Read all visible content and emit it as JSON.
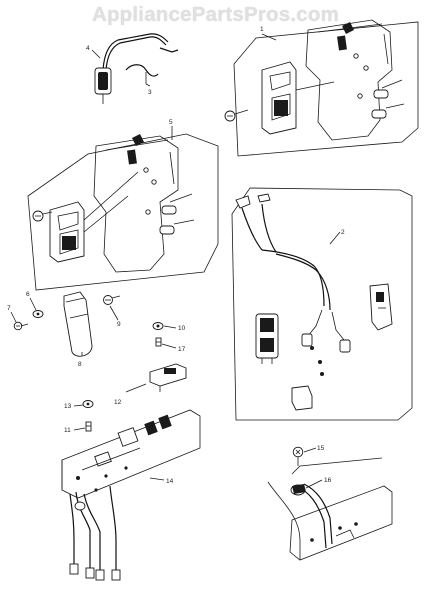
{
  "watermark": "AppliancePartsPros.com",
  "callouts": {
    "c1": "1",
    "c2": "2",
    "c3": "3",
    "c4": "4",
    "c5": "5",
    "c6": "6",
    "c7": "7",
    "c8": "8",
    "c9": "9",
    "c10": "10",
    "c11": "11",
    "c12": "12",
    "c13": "13",
    "c14": "14",
    "c15": "15",
    "c16": "16",
    "c17": "17"
  }
}
